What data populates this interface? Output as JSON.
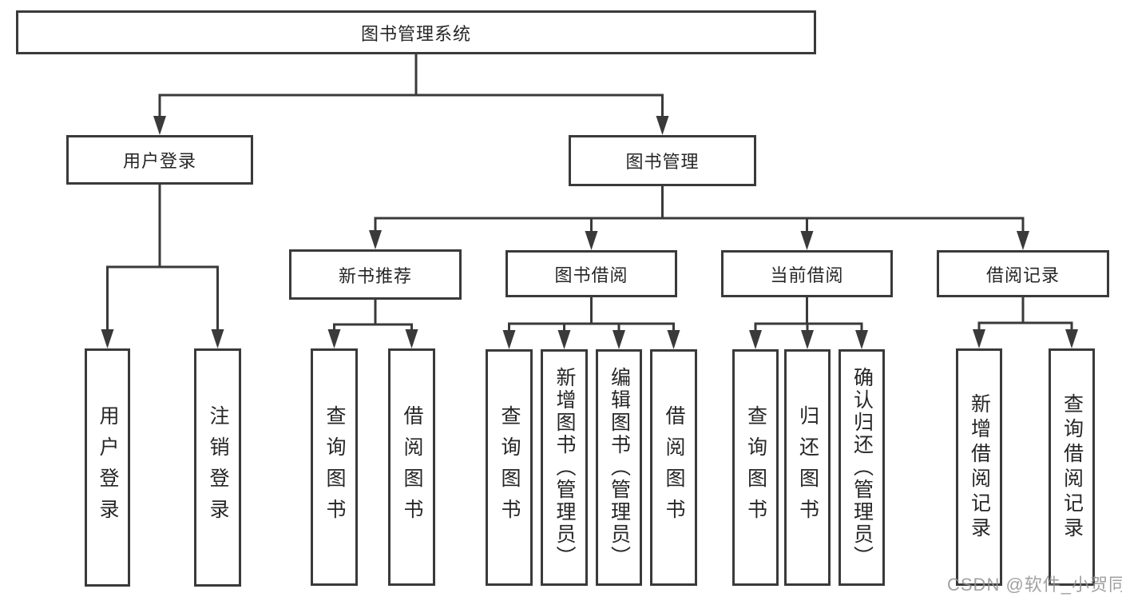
{
  "diagram": {
    "watermark": "CSDN @软件_小贺同学",
    "colors": {
      "line": "#3a3a3a",
      "box_border": "#3a3a3a",
      "box_bg": "#ffffff",
      "text": "#262626",
      "watermark": "#919191"
    },
    "tree": {
      "id": "root",
      "label": "图书管理系统",
      "children": [
        {
          "id": "user-login",
          "label": "用户登录",
          "children": [
            {
              "id": "login",
              "label": "用户登录",
              "vertical": true
            },
            {
              "id": "logout",
              "label": "注销登录",
              "vertical": true
            }
          ]
        },
        {
          "id": "book-mgmt",
          "label": "图书管理",
          "children": [
            {
              "id": "new-books",
              "label": "新书推荐",
              "children": [
                {
                  "id": "nb-query",
                  "label": "查询图书",
                  "vertical": true
                },
                {
                  "id": "nb-borrow",
                  "label": "借阅图书",
                  "vertical": true
                }
              ]
            },
            {
              "id": "borrowing",
              "label": "图书借阅",
              "children": [
                {
                  "id": "bw-query",
                  "label": "查询图书",
                  "vertical": true
                },
                {
                  "id": "bw-add",
                  "label": "新增图书（管理员）",
                  "vertical": true
                },
                {
                  "id": "bw-edit",
                  "label": "编辑图书（管理员）",
                  "vertical": true
                },
                {
                  "id": "bw-borrow",
                  "label": "借阅图书",
                  "vertical": true
                }
              ]
            },
            {
              "id": "current",
              "label": "当前借阅",
              "children": [
                {
                  "id": "cur-query",
                  "label": "查询图书",
                  "vertical": true
                },
                {
                  "id": "cur-return",
                  "label": "归还图书",
                  "vertical": true
                },
                {
                  "id": "cur-confirm",
                  "label": "确认归还（管理员）",
                  "vertical": true
                }
              ]
            },
            {
              "id": "records",
              "label": "借阅记录",
              "children": [
                {
                  "id": "rec-add",
                  "label": "新增借阅记录",
                  "vertical": true
                },
                {
                  "id": "rec-query",
                  "label": "查询借阅记录",
                  "vertical": true
                }
              ]
            }
          ]
        }
      ]
    }
  }
}
